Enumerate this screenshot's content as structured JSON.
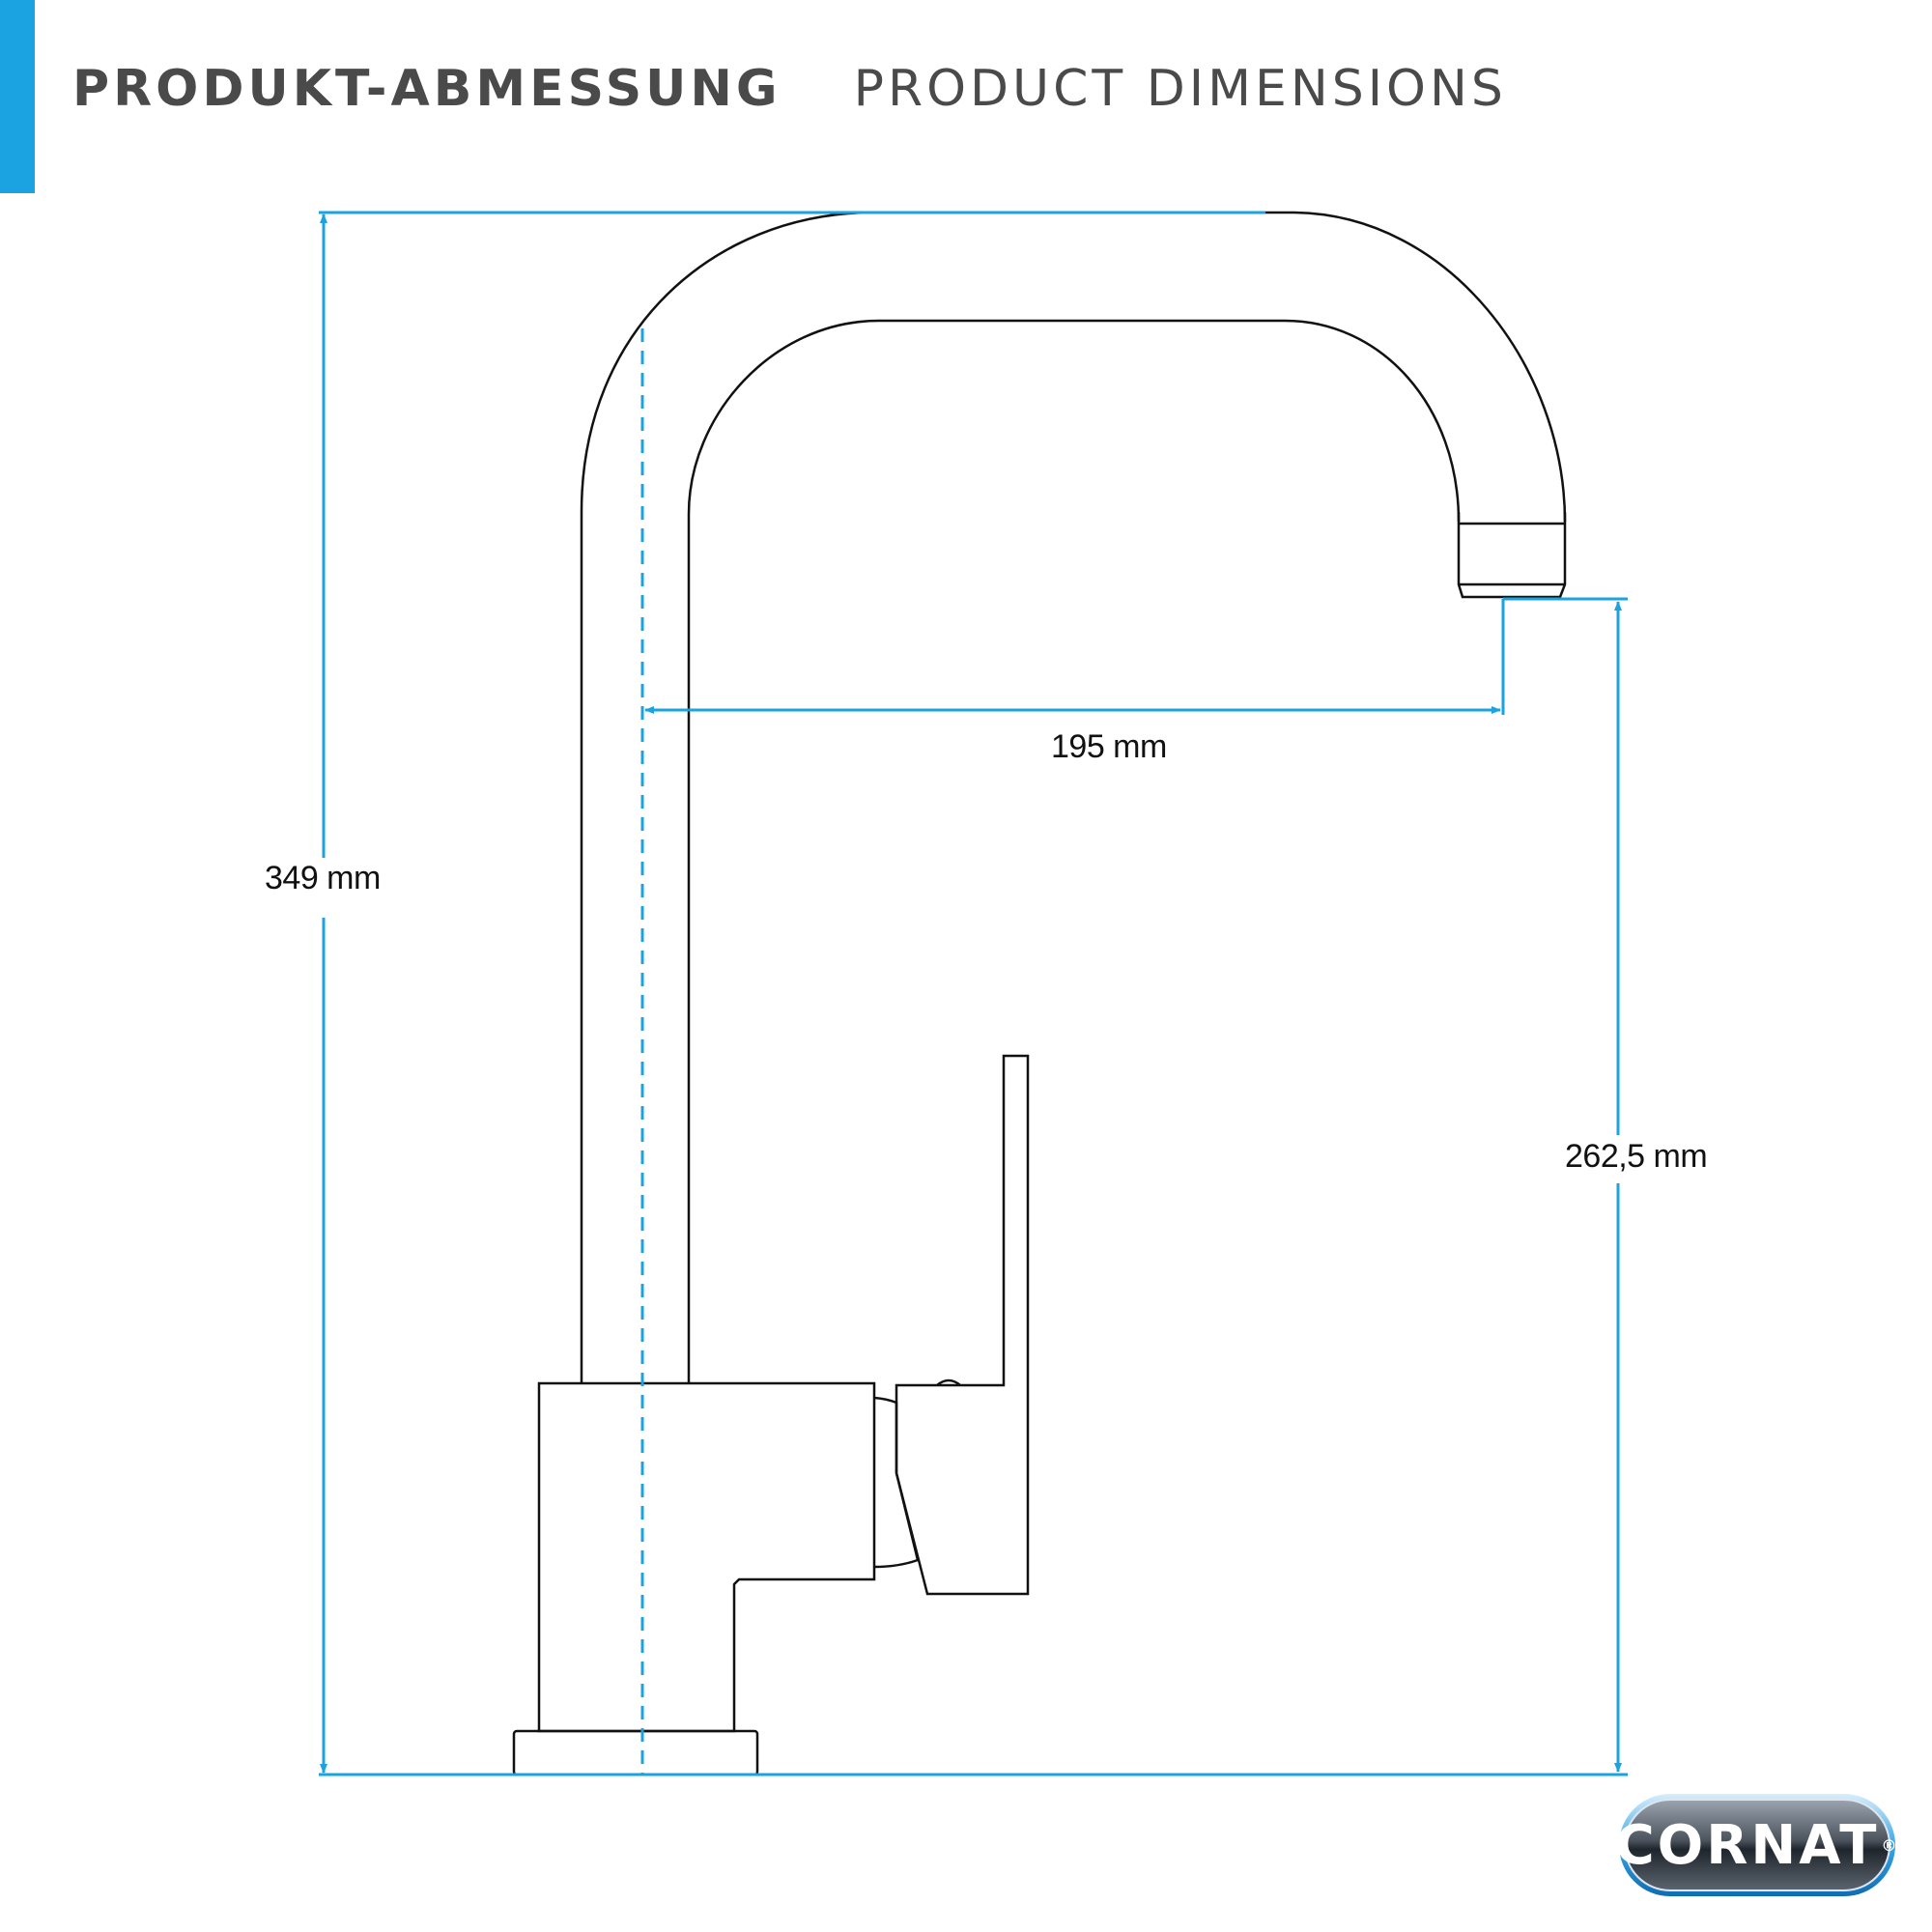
{
  "header": {
    "title_de": "PRODUKT-ABMESSUNG",
    "title_en": "PRODUCT DIMENSIONS"
  },
  "dimensions": {
    "total_height": "349 mm",
    "spout_reach": "195 mm",
    "spout_height": "262,5 mm"
  },
  "logo": {
    "brand": "CORNAT",
    "registered": "®"
  },
  "colors": {
    "accent": "#1aa3e0",
    "outline": "#111111",
    "header_text": "#4a4a4a"
  }
}
